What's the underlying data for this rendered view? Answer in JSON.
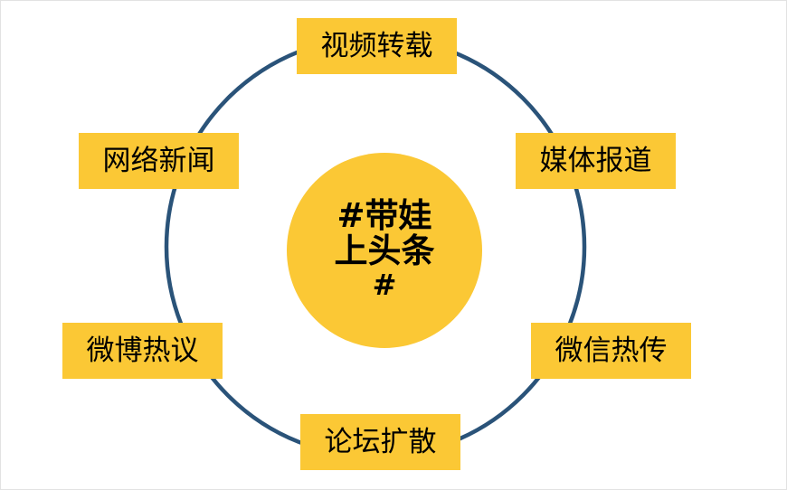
{
  "diagram": {
    "type": "hub-and-spoke-ring",
    "background_color": "#FFFFFF",
    "accent_color": "#FBC835",
    "ring_color": "#2A5379",
    "text_color": "#000000",
    "hub": {
      "label_lines": [
        "#带娃",
        "上头条",
        "#"
      ],
      "full_label": "#带娃上头条#"
    },
    "nodes": [
      {
        "id": "top",
        "label": "视频转载"
      },
      {
        "id": "upper-right",
        "label": "媒体报道"
      },
      {
        "id": "lower-right",
        "label": "微信热传"
      },
      {
        "id": "bottom",
        "label": "论坛扩散"
      },
      {
        "id": "lower-left",
        "label": "微博热议"
      },
      {
        "id": "upper-left",
        "label": "网络新闻"
      }
    ]
  }
}
